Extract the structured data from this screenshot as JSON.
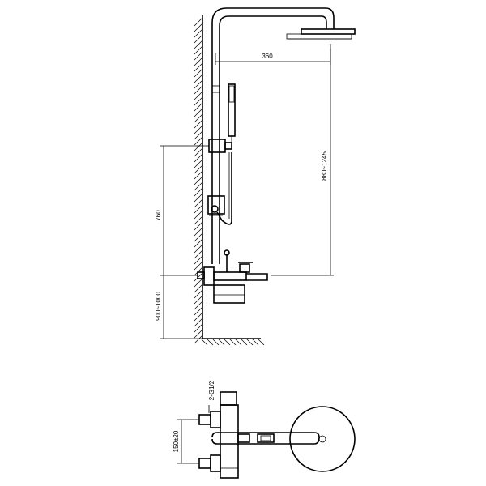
{
  "drawing": {
    "dimensions": {
      "arm_length": "360",
      "head_height": "880~1245",
      "handset_height": "760",
      "valve_height": "900~1000",
      "inlet_thread": "2-G1/2",
      "inlet_spacing": "150±20"
    }
  }
}
